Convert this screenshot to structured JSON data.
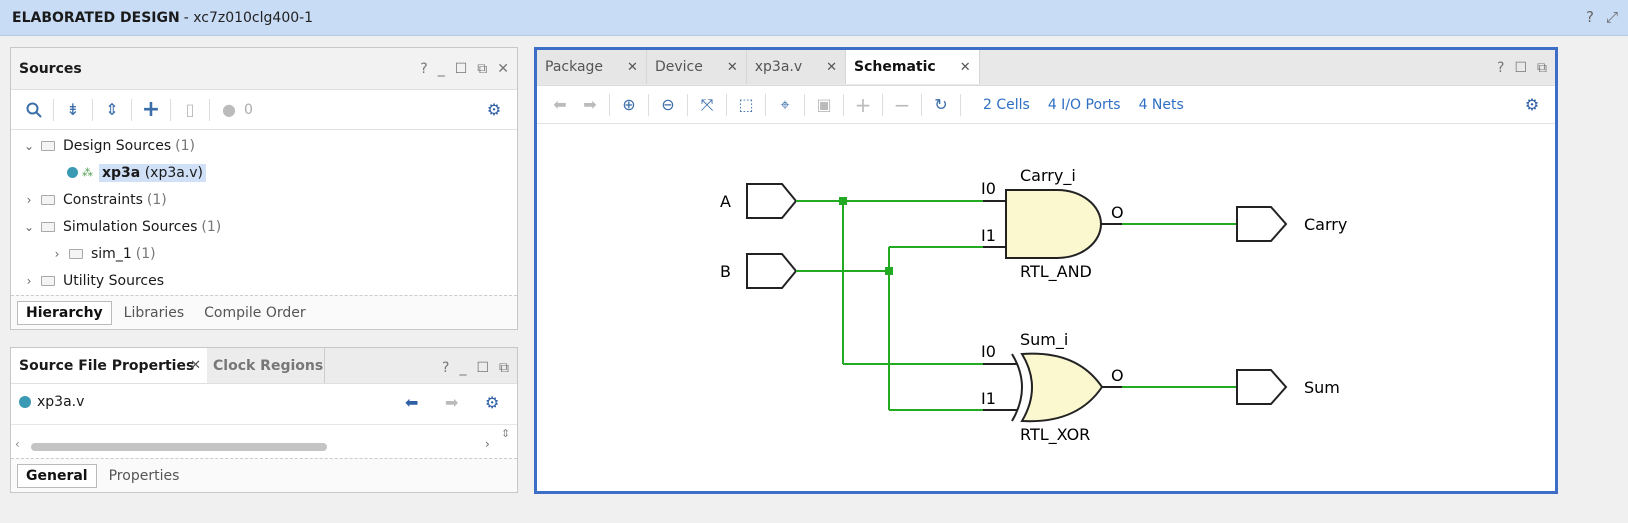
{
  "window": {
    "title_bold": "ELABORATED DESIGN",
    "title_rest": "- xc7z010clg400-1"
  },
  "sources": {
    "title": "Sources",
    "count": "0",
    "tree": [
      {
        "label": "Design Sources",
        "count": "(1)",
        "expanded": true
      },
      {
        "label": "xp3a",
        "sub": "(xp3a.v)"
      },
      {
        "label": "Constraints",
        "count": "(1)"
      },
      {
        "label": "Simulation Sources",
        "count": "(1)",
        "expanded": true
      },
      {
        "label": "sim_1",
        "count": "(1)"
      },
      {
        "label": "Utility Sources"
      }
    ],
    "tabs": [
      "Hierarchy",
      "Libraries",
      "Compile Order"
    ]
  },
  "props": {
    "title": "Source File Properties",
    "tab2": "Clock Regions",
    "file": "xp3a.v",
    "tabs": [
      "General",
      "Properties"
    ]
  },
  "editor": {
    "tabs": [
      "Package",
      "Device",
      "xp3a.v",
      "Schematic"
    ],
    "stats": {
      "cells": "2 Cells",
      "ports": "4 I/O Ports",
      "nets": "4 Nets"
    }
  },
  "schematic": {
    "in_a": "A",
    "in_b": "B",
    "out_carry": "Carry",
    "out_sum": "Sum",
    "and_name": "Carry_i",
    "and_type": "RTL_AND",
    "xor_name": "Sum_i",
    "xor_type": "RTL_XOR",
    "pin_i0": "I0",
    "pin_i1": "I1",
    "pin_o": "O"
  },
  "colors": {
    "wire": "#22aa22",
    "gate_fill": "#fbf7cf",
    "accent": "#3c6ec8"
  }
}
